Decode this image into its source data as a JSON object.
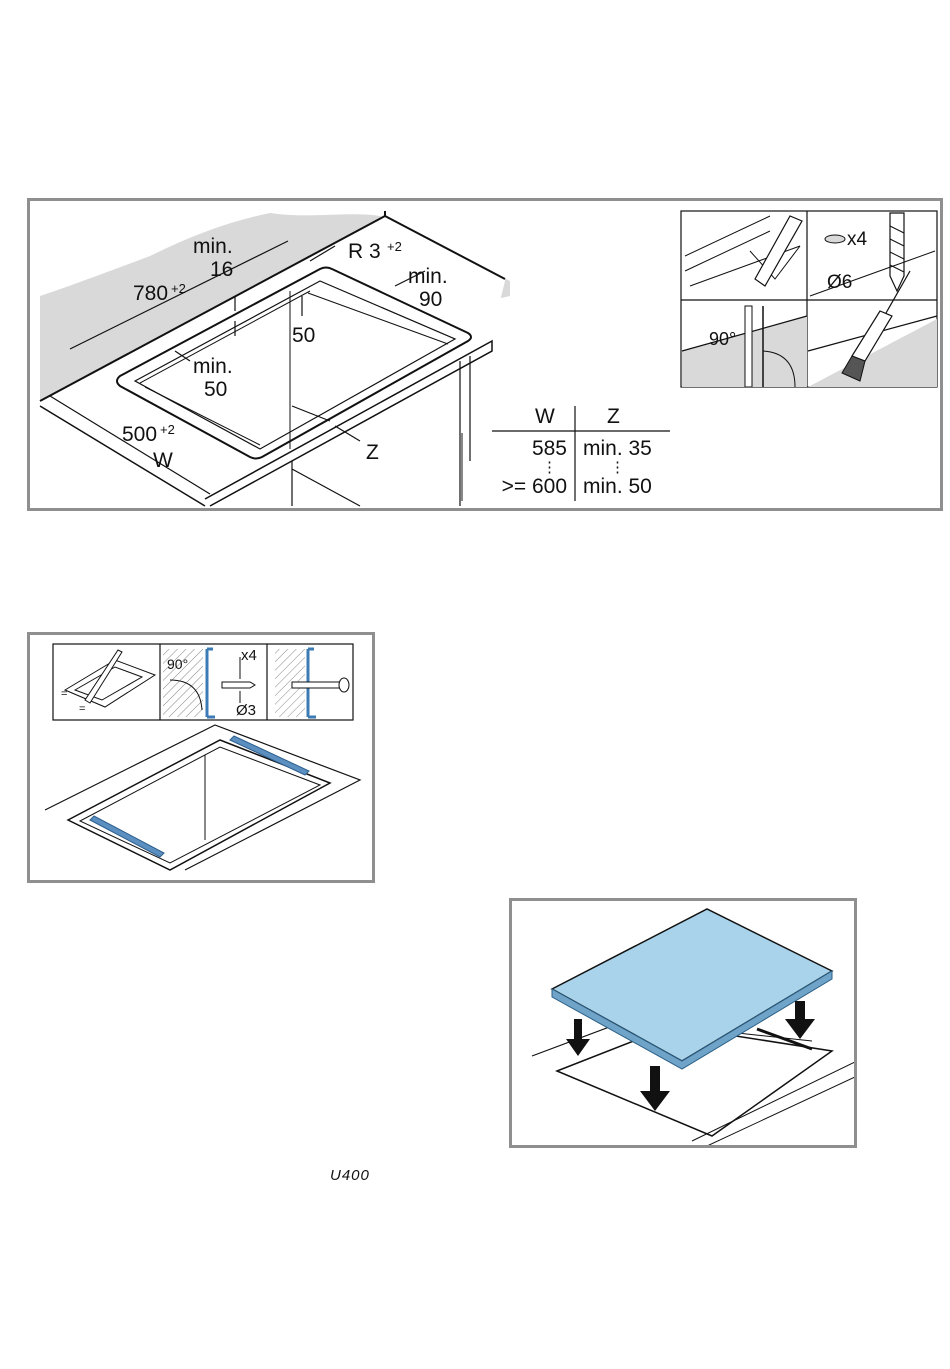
{
  "figure1": {
    "dims": {
      "min16_a": "min.",
      "min16_b": "16",
      "r3": "R 3",
      "r3_sup": "+2",
      "d780": "780",
      "d780_sup": "+2",
      "min90_a": "min.",
      "min90_b": "90",
      "d50": "50",
      "min50_a": "min.",
      "min50_b": "50",
      "d500": "500",
      "d500_sup": "+2",
      "w": "W",
      "z": "Z"
    },
    "table": {
      "col_w": "W",
      "col_z": "Z",
      "rows": [
        {
          "w": "585",
          "z": "min. 35"
        },
        {
          "w": ">= 600",
          "z": "min. 50"
        }
      ],
      "dots": "⋮"
    },
    "steps": {
      "x4": "x4",
      "d6": "Ø6",
      "angle": "90°"
    }
  },
  "figure2": {
    "angle": "90°",
    "x4": "x4",
    "d3": "Ø3",
    "eq": "="
  },
  "footer": {
    "code": "U400"
  },
  "colors": {
    "frame_border": "#8f8f8f",
    "worktop_shade": "#d9d9d9",
    "bracket_blue": "#5b8fc0",
    "hob_glass": "#a9d3ea"
  }
}
